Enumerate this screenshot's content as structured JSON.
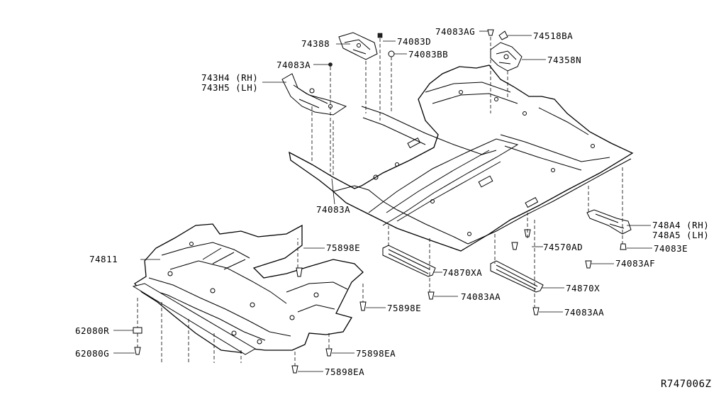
{
  "diagram_id": "R747006Z",
  "labels": {
    "p74388": "74388",
    "p74083D": "74083D",
    "p74083AG": "74083AG",
    "p74518BA": "74518BA",
    "p74083BB": "74083BB",
    "p74358N": "74358N",
    "p74083A_top": "74083A",
    "p743H4": "743H4 (RH)",
    "p743H5": "743H5 (LH)",
    "p74083A_bottom": "74083A",
    "p748A4": "748A4 (RH)",
    "p748A5": "748A5 (LH)",
    "p74083E": "74083E",
    "p74570AD": "74570AD",
    "p74083AF": "74083AF",
    "p74811": "74811",
    "p75898E_top": "75898E",
    "p74870XA": "74870XA",
    "p74083AA_left": "74083AA",
    "p74870X": "74870X",
    "p75898E_bottom": "75898E",
    "p74083AA_right": "74083AA",
    "p62080R": "62080R",
    "p62080G": "62080G",
    "p75898EA_upper": "75898EA",
    "p75898EA_lower": "75898EA"
  }
}
